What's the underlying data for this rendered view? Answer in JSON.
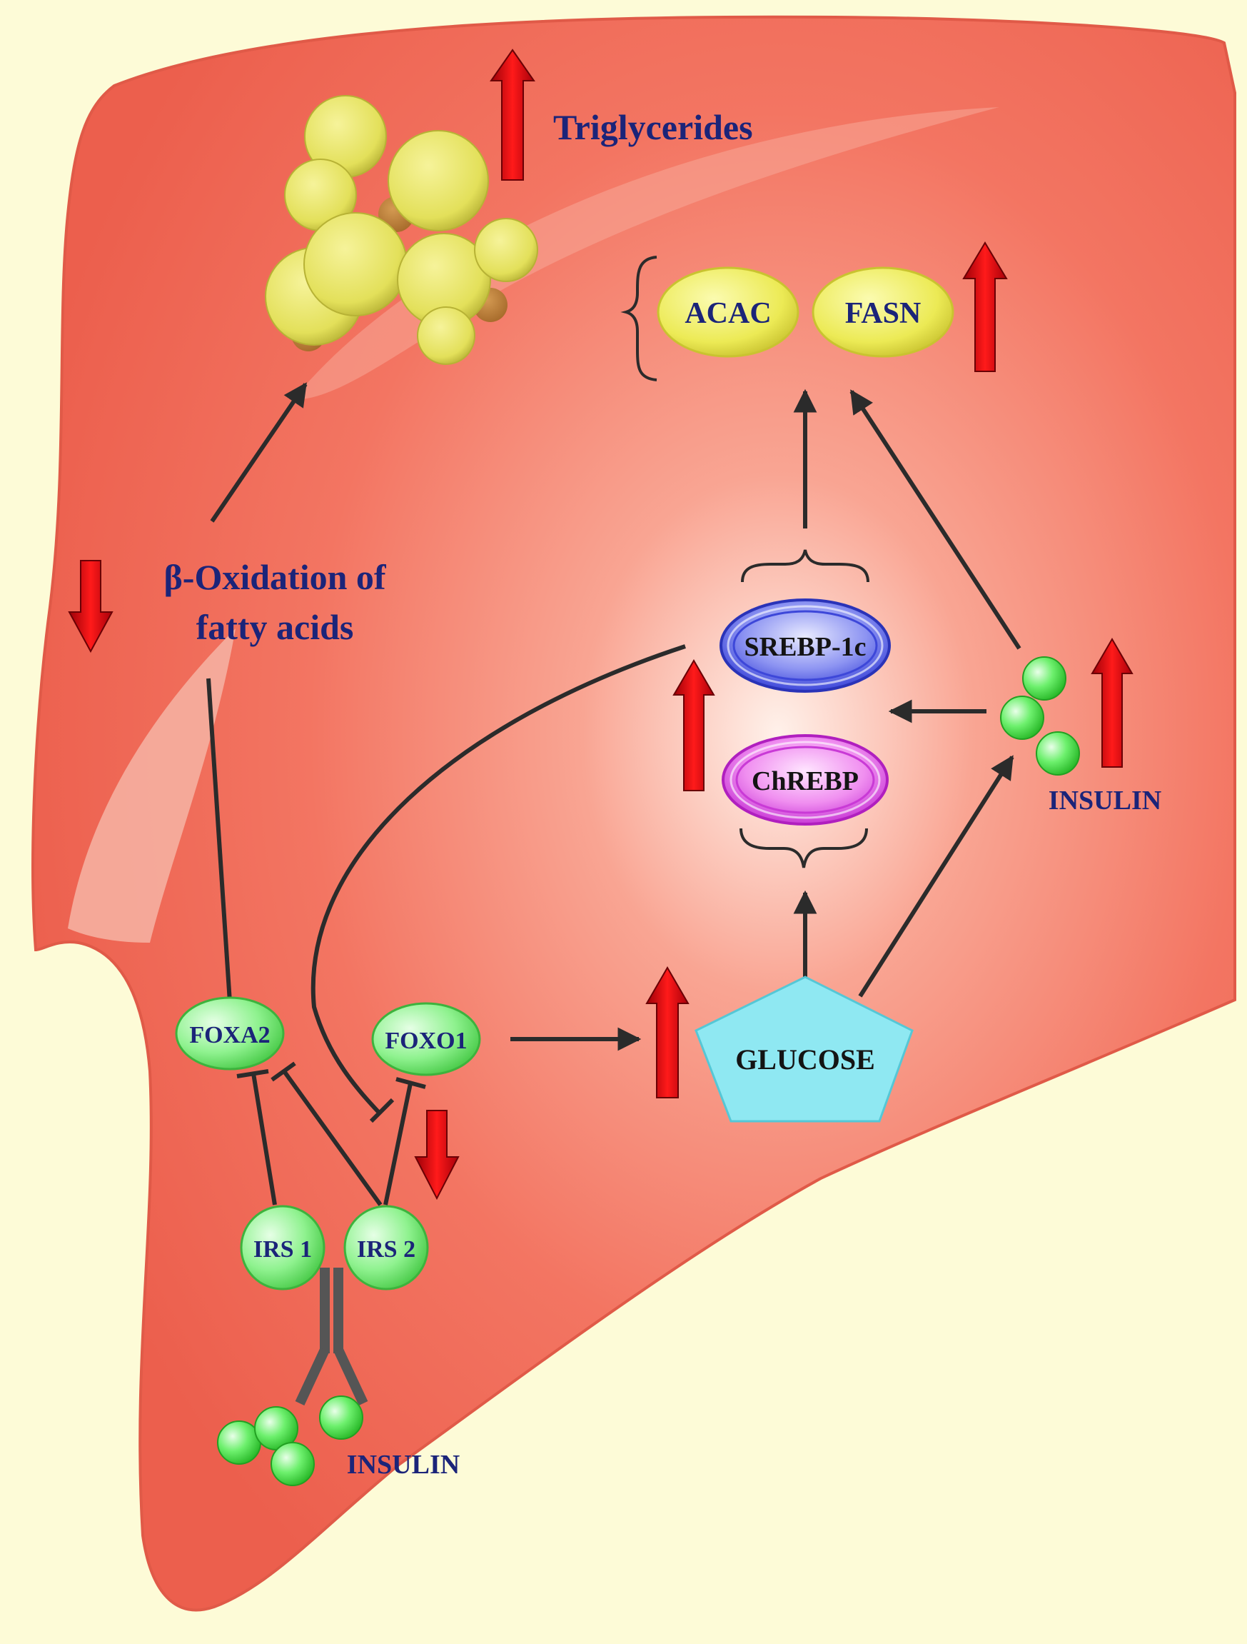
{
  "labels": {
    "triglycerides": "Triglycerides",
    "acac": "ACAC",
    "fasn": "FASN",
    "beta_oxidation_line1": "β-Oxidation of",
    "beta_oxidation_line2": "fatty acids",
    "srebp": "SREBP-1c",
    "chrebp": "ChREBP",
    "insulin_right": "INSULIN",
    "insulin_bottom": "INSULIN",
    "foxa2": "FOXA2",
    "foxo1": "FOXO1",
    "glucose": "GLUCOSE",
    "irs1": "IRS 1",
    "irs2": "IRS 2"
  },
  "colors": {
    "background": "#fdfbd7",
    "liver": "#f26d5b",
    "up_arrow": "#e3000f",
    "pathway_arrow": "#2b2b2b",
    "lipid_droplet": "#e6e35a",
    "enzyme_node": "#ecea55",
    "srebp_node": "#5560e6",
    "chrebp_node": "#e060e6",
    "transcription_factor_node": "#8ff28f",
    "glucose_node": "#8fe8f2",
    "insulin_particle": "#4fe04f",
    "label_text": "#1b2479"
  },
  "regulation_icons": {
    "triglycerides": "up-arrow-icon",
    "enzymes": "up-arrow-icon",
    "beta_oxidation": "down-arrow-icon",
    "srebp_chrebp": "up-arrow-icon",
    "insulin_right": "up-arrow-icon",
    "glucose": "up-arrow-icon",
    "irs2": "down-arrow-icon"
  }
}
